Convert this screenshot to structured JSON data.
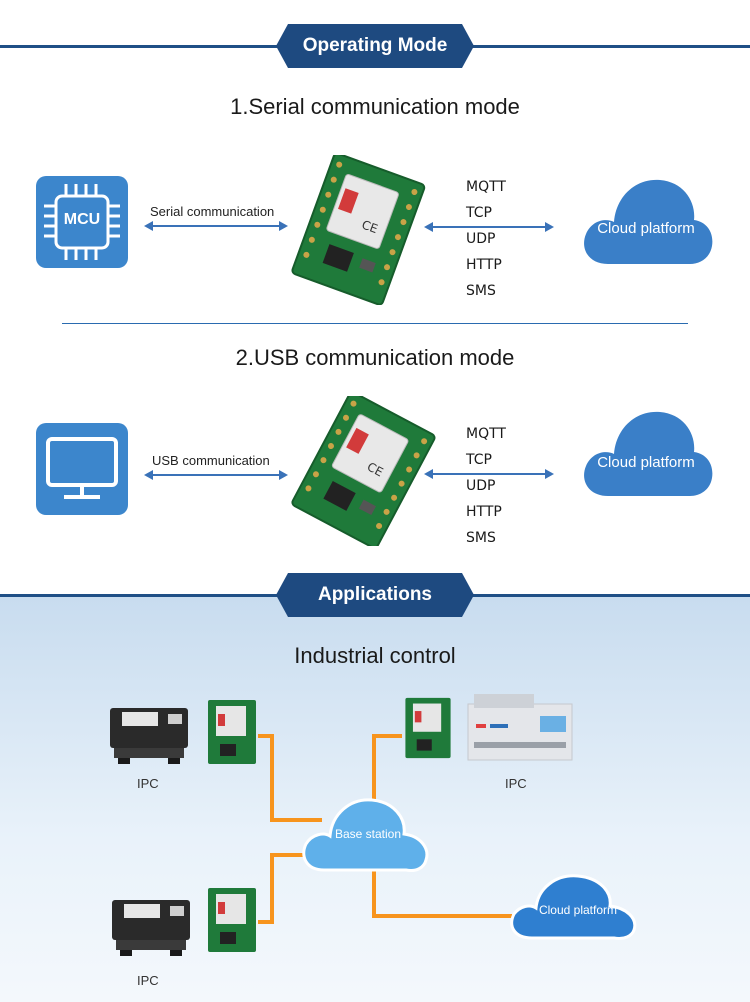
{
  "operating_mode": {
    "banner": "Operating Mode",
    "serial": {
      "title": "1.Serial communication mode",
      "tile_label": "MCU",
      "link_label": "Serial communication",
      "protocols": [
        "MQTT",
        "TCP",
        "UDP",
        "HTTP",
        "SMS"
      ],
      "cloud": "Cloud platform"
    },
    "usb": {
      "title": "2.USB communication mode",
      "link_label": "USB communication",
      "protocols": [
        "MQTT",
        "TCP",
        "UDP",
        "HTTP",
        "SMS"
      ],
      "cloud": "Cloud platform"
    }
  },
  "applications": {
    "banner": "Applications",
    "title": "Industrial control",
    "ipc_labels": [
      "IPC",
      "IPC",
      "IPC"
    ],
    "base_station": "Base station",
    "cloud": "Cloud platform"
  },
  "colors": {
    "banner": "#1e4a80",
    "tile": "#3c86cc",
    "cloud": "#3a7fc8",
    "link": "#f7941d",
    "pcb": "#1f7a3a"
  }
}
